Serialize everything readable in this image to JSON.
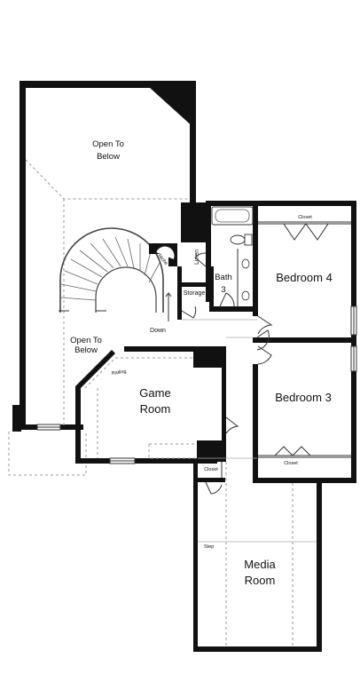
{
  "plan": {
    "labels": {
      "open_to_below_top_1": "Open To",
      "open_to_below_top_2": "Below",
      "open_to_below_left_1": "Open To",
      "open_to_below_left_2": "Below",
      "game_room_1": "Game",
      "game_room_2": "Room",
      "bedroom_4": "Bedroom 4",
      "bedroom_3": "Bedroom 3",
      "media_room_1": "Media",
      "media_room_2": "Room",
      "bath_3_1": "Bath",
      "bath_3_2": "3",
      "closet_bed4": "Closet",
      "closet_bed3": "Closet",
      "closet_media": "Closet",
      "linen": "Linen",
      "storage": "Storage",
      "niche": "Niche",
      "down": "Down",
      "railing": "Railing",
      "step": "Step"
    }
  }
}
